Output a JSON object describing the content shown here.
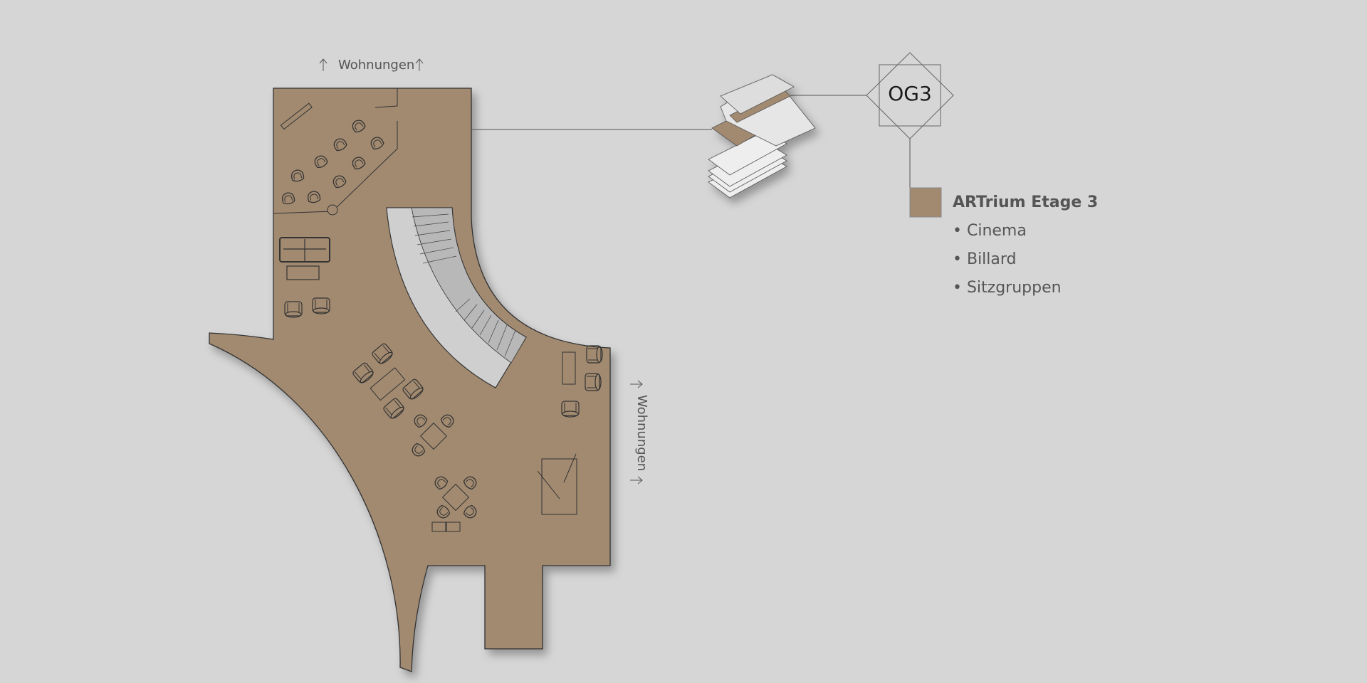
{
  "floor": {
    "level_badge": "OG3",
    "title": "ARTrium Etage 3",
    "color": "#a28a70",
    "items": [
      "• Cinema",
      "• Billard",
      "• Sitzgruppen"
    ]
  },
  "labels": {
    "top_exit": "Wohnungen",
    "right_exit": "Wohnungen"
  },
  "colors": {
    "background": "#d6d6d6",
    "floor": "#a28a70",
    "outline": "#333333"
  }
}
